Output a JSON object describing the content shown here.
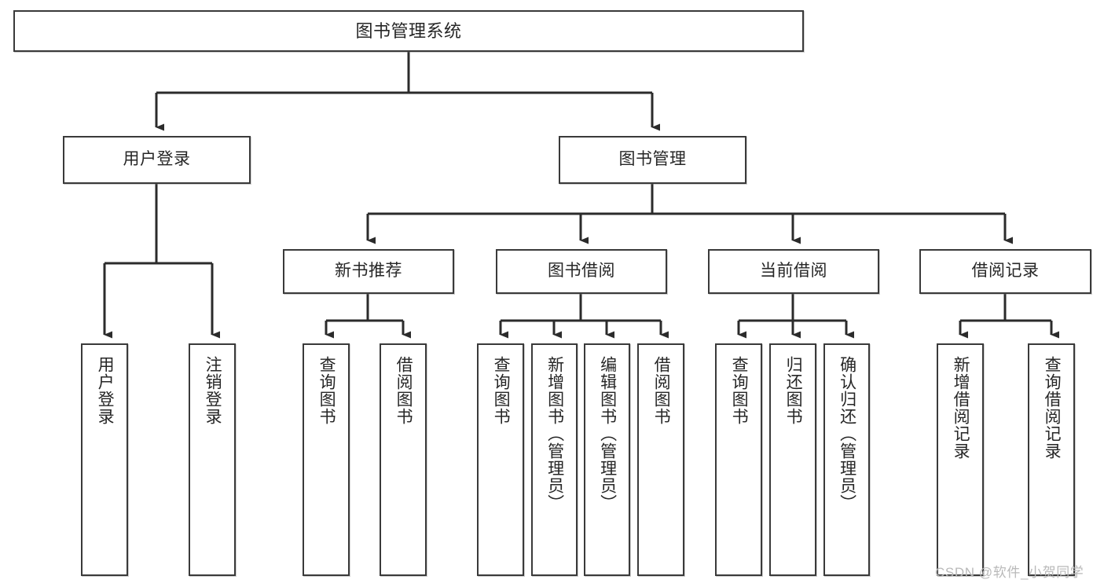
{
  "diagram": {
    "title": "图书管理系统",
    "type": "hierarchy-tree",
    "colors": {
      "background": "#ffffff",
      "box_border": "#3a3a3a",
      "box_fill": "#ffffff",
      "text": "#262626",
      "edge": "#2b2b2b",
      "watermark": "#b9b9b9"
    },
    "levels": {
      "root": {
        "label": "图书管理系统"
      },
      "level1": [
        {
          "id": "user-login",
          "label": "用户登录"
        },
        {
          "id": "book-manage",
          "label": "图书管理"
        }
      ],
      "level2": [
        {
          "id": "new-book-recommend",
          "label": "新书推荐",
          "parent": "book-manage"
        },
        {
          "id": "book-borrow",
          "label": "图书借阅",
          "parent": "book-manage"
        },
        {
          "id": "current-borrow",
          "label": "当前借阅",
          "parent": "book-manage"
        },
        {
          "id": "borrow-record",
          "label": "借阅记录",
          "parent": "book-manage"
        }
      ],
      "leaves": [
        {
          "id": "leaf-user-login",
          "label": "用户登录",
          "parent": "user-login"
        },
        {
          "id": "leaf-user-logout",
          "label": "注销登录",
          "parent": "user-login"
        },
        {
          "id": "leaf-query-book-1",
          "label": "查询图书",
          "parent": "new-book-recommend"
        },
        {
          "id": "leaf-borrow-book-1",
          "label": "借阅图书",
          "parent": "new-book-recommend"
        },
        {
          "id": "leaf-query-book-2",
          "label": "查询图书",
          "parent": "book-borrow"
        },
        {
          "id": "leaf-add-book",
          "label": "新增图书（管理员）",
          "parent": "book-borrow"
        },
        {
          "id": "leaf-edit-book",
          "label": "编辑图书（管理员）",
          "parent": "book-borrow"
        },
        {
          "id": "leaf-borrow-book-2",
          "label": "借阅图书",
          "parent": "book-borrow"
        },
        {
          "id": "leaf-query-book-3",
          "label": "查询图书",
          "parent": "current-borrow"
        },
        {
          "id": "leaf-return-book",
          "label": "归还图书",
          "parent": "current-borrow"
        },
        {
          "id": "leaf-confirm-return",
          "label": "确认归还（管理员）",
          "parent": "current-borrow"
        },
        {
          "id": "leaf-add-record",
          "label": "新增借阅记录",
          "parent": "borrow-record"
        },
        {
          "id": "leaf-query-record",
          "label": "查询借阅记录",
          "parent": "borrow-record"
        }
      ]
    },
    "watermark": "CSDN @软件_小贺同学"
  }
}
